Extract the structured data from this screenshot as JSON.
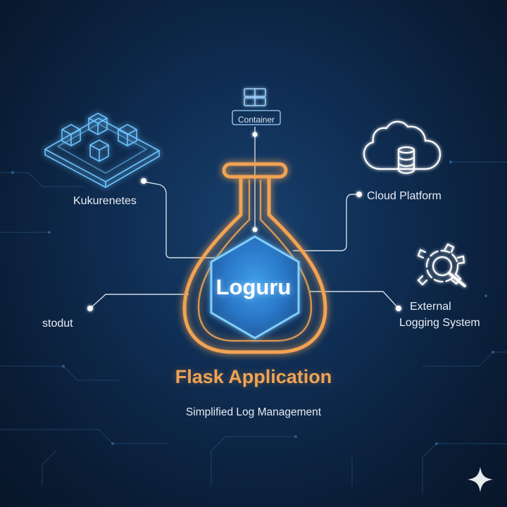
{
  "diagram": {
    "title": "Flask Application",
    "subtitle": "Simplified Log Management",
    "core": {
      "label": "Loguru"
    },
    "nodes": {
      "container": {
        "label": "Container",
        "icon": "server-stack-icon"
      },
      "kubernetes": {
        "label": "Kukurenetes",
        "icon": "cubes-platform-icon"
      },
      "cloud": {
        "label": "Cloud Platform",
        "icon": "cloud-database-icon"
      },
      "stdout": {
        "label": "stodut"
      },
      "external": {
        "line1": "External",
        "line2": "Logging System",
        "icon": "magnifier-gear-icon"
      }
    }
  },
  "colors": {
    "flask": "#f1a352",
    "hexagon": "#5fb8ff",
    "connector": "#e8eef6",
    "icon_glow": "#6cc4ff",
    "background": "#0f2d52"
  }
}
